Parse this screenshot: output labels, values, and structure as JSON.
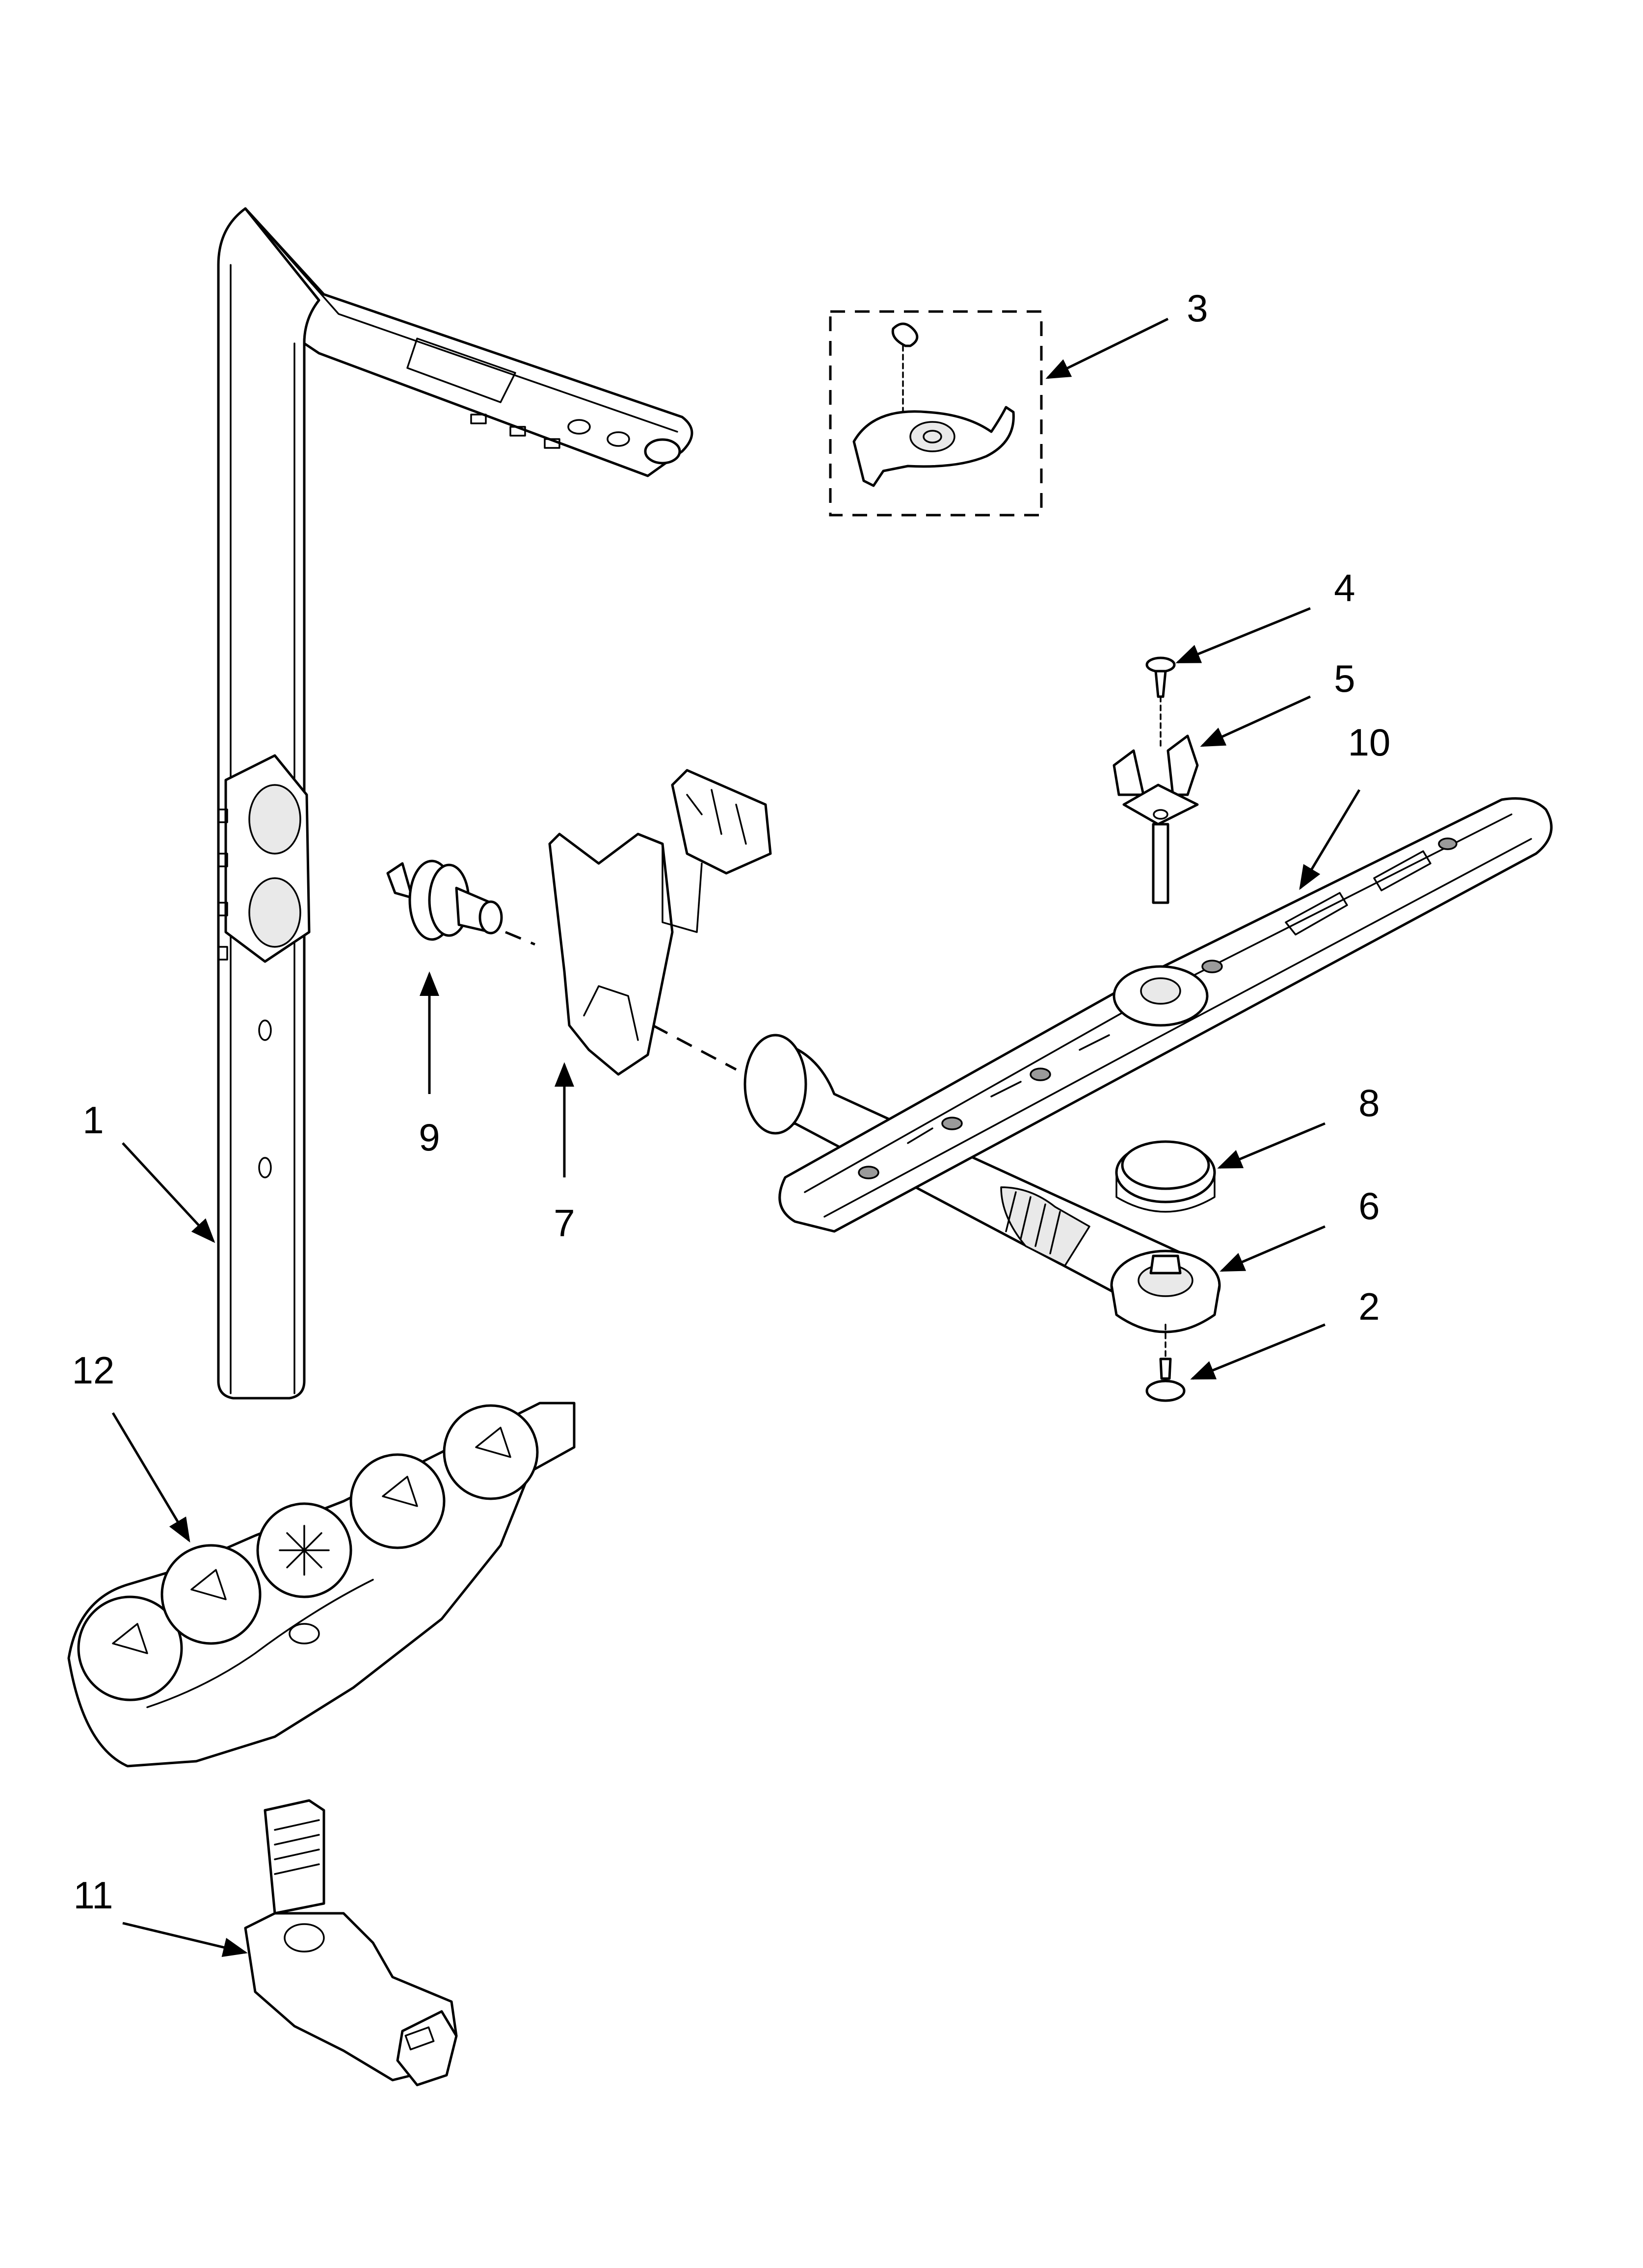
{
  "callouts": [
    {
      "id": "1",
      "text": "1"
    },
    {
      "id": "2",
      "text": "2"
    },
    {
      "id": "3",
      "text": "3"
    },
    {
      "id": "4",
      "text": "4"
    },
    {
      "id": "5",
      "text": "5"
    },
    {
      "id": "6",
      "text": "6"
    },
    {
      "id": "7",
      "text": "7"
    },
    {
      "id": "8",
      "text": "8"
    },
    {
      "id": "9",
      "text": "9"
    },
    {
      "id": "10",
      "text": "10"
    },
    {
      "id": "11",
      "text": "11"
    },
    {
      "id": "12",
      "text": "12"
    }
  ],
  "colors": {
    "background": "#ffffff",
    "line": "#000000",
    "shade": "#e9e9e9"
  }
}
